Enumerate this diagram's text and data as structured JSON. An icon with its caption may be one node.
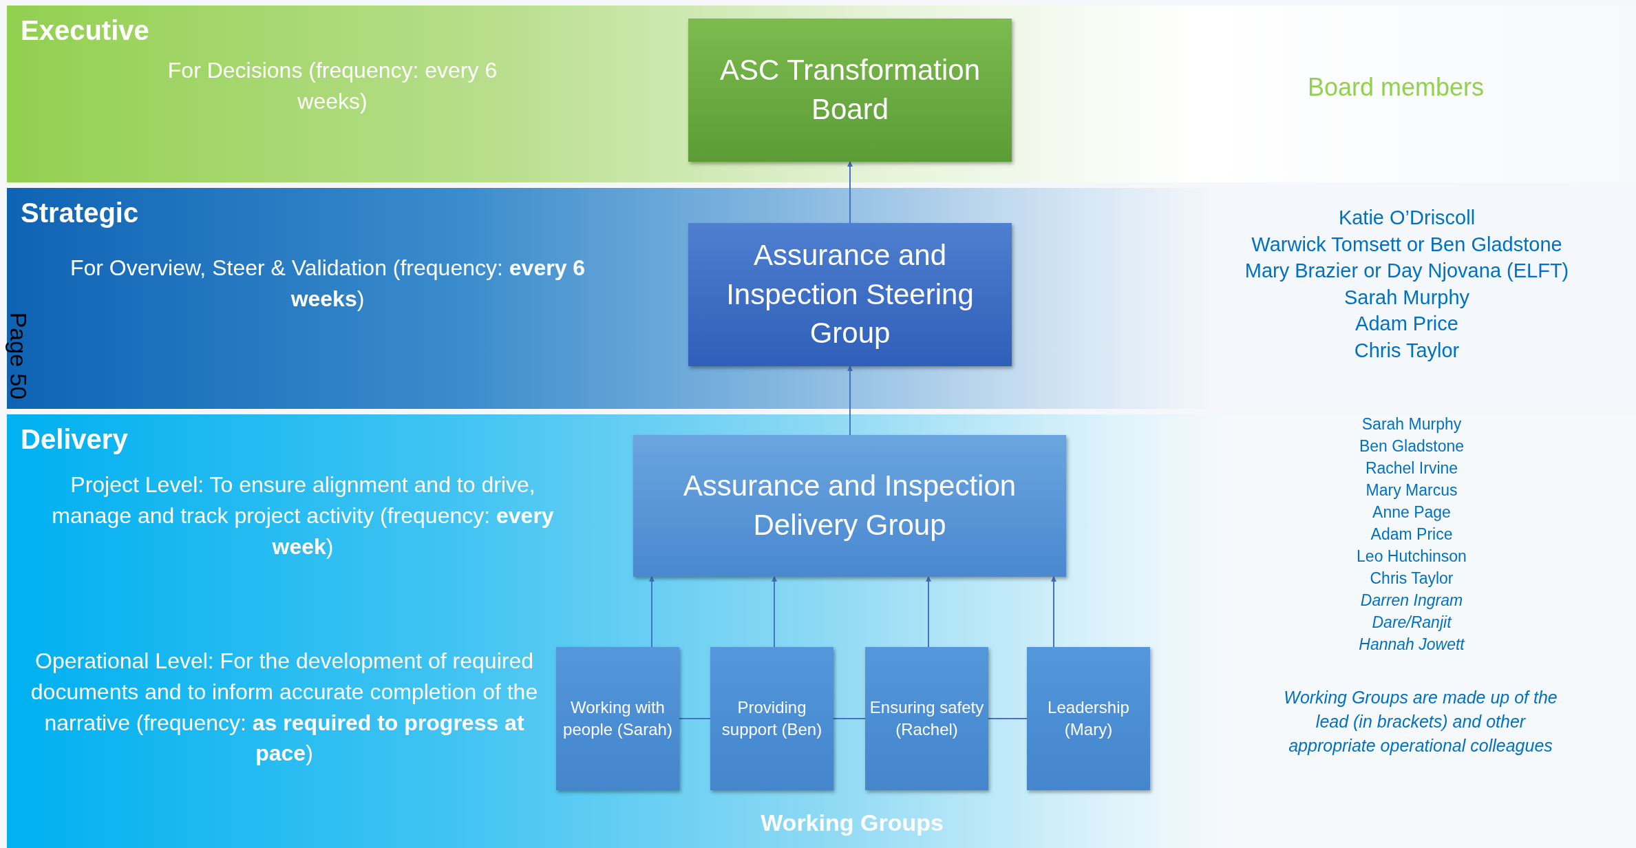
{
  "diagram": {
    "nodes": [
      {
        "text": [
          "Executive",
          "For Decisions (frequency: every 6 weeks)"
        ]
      },
      {
        "text": [
          "ASC Transformation Board"
        ],
        "in": 0
      },
      {
        "text": [
          "Strategic",
          "For Overview, Steer & Validation (frequency: **every 6 weeks**)"
        ]
      },
      {
        "text": [
          "Assurance and Inspection Steering Group"
        ],
        "in": 2
      },
      {
        "text": [
          "Delivery",
          "Project Level: To ensure alignment and to drive, manage and track project activity (frequency: **every week**)",
          "Operational Level: For the development of required documents and to inform accurate completion of the narrative (frequency:  **as required to progress at pace**)"
        ]
      },
      {
        "text": [
          "Assurance and Inspection Delivery Group"
        ],
        "in": 4
      },
      {
        "text": [
          "Working with people (Sarah)"
        ],
        "in": 4
      },
      {
        "text": [
          "Providing support (Ben)"
        ],
        "in": 4
      },
      {
        "text": [
          "Ensuring safety (Rachel)"
        ],
        "in": 4
      },
      {
        "text": [
          "Leadership (Mary)"
        ],
        "in": 4
      }
    ],
    "edges": [
      {
        "from": 3,
        "to": 1,
        "arrow": "to"
      },
      {
        "from": 5,
        "to": 3,
        "arrow": "to"
      },
      {
        "from": 6,
        "to": 5,
        "arrow": "to"
      },
      {
        "from": 7,
        "to": 5,
        "arrow": "to"
      },
      {
        "from": 8,
        "to": 5,
        "arrow": "to"
      },
      {
        "from": 9,
        "to": 5,
        "arrow": "to"
      },
      {
        "from": 6,
        "to": 7,
        "arrow": "none"
      },
      {
        "from": 7,
        "to": 8,
        "arrow": "none"
      },
      {
        "from": 8,
        "to": 9,
        "arrow": "none"
      }
    ],
    "labels": [
      "Board members",
      "Katie O’Driscoll",
      "Warwick Tomsett or Ben Gladstone",
      "Mary Brazier or Day Njovana (ELFT)",
      "Sarah Murphy",
      "Adam Price",
      "Chris Taylor",
      "Sarah Murphy",
      "Ben Gladstone",
      "Rachel Irvine",
      "Mary Marcus",
      "Anne Page",
      "Adam Price",
      "Leo Hutchinson",
      "Chris Taylor",
      "Darren Ingram",
      "Dare/Ranjit",
      "Hannah Jowett",
      "Working Groups are made up of the lead (in brackets) and other appropriate operational colleagues",
      "Working Groups",
      "Page 50"
    ]
  }
}
